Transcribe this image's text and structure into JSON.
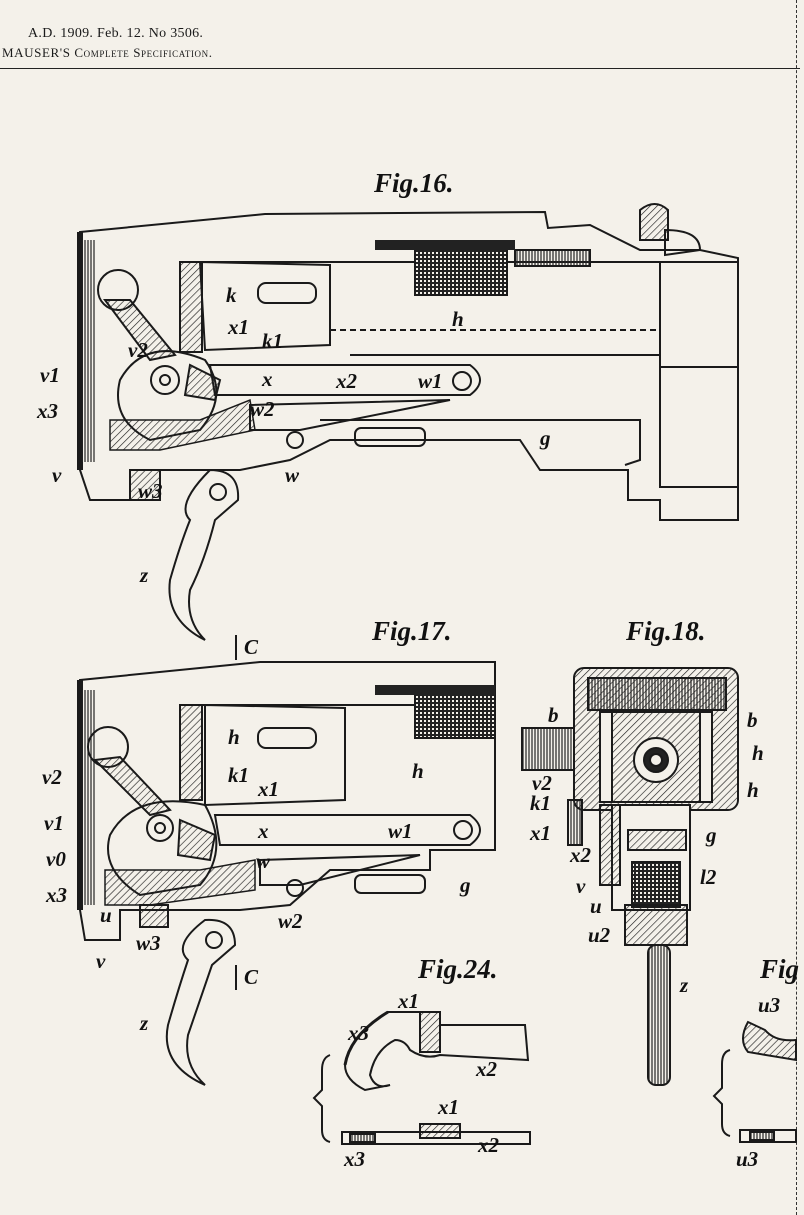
{
  "header": {
    "line1": "A.D. 1909. Feb. 12. No 3506.",
    "line2": "MAUSER'S Complete Specification."
  },
  "figures": [
    {
      "title": "Fig.16.",
      "labels": [
        "k",
        "h",
        "x1",
        "k1",
        "v2",
        "v1",
        "x",
        "x2",
        "w1",
        "x3",
        "w2",
        "g",
        "v",
        "w3",
        "w",
        "z"
      ]
    },
    {
      "title": "Fig.17.",
      "labels": [
        "C",
        "h",
        "h",
        "v2",
        "k1",
        "x1",
        "v1",
        "x",
        "w1",
        "v0",
        "w",
        "g",
        "x3",
        "u",
        "w2",
        "w3",
        "v",
        "C",
        "z"
      ]
    },
    {
      "title": "Fig.18.",
      "labels": [
        "b",
        "b",
        "h",
        "h",
        "v2",
        "k1",
        "x1",
        "g",
        "x2",
        "l2",
        "v",
        "u",
        "u2",
        "z"
      ]
    },
    {
      "title": "Fig.24.",
      "labels": [
        "x1",
        "x3",
        "x2",
        "x1",
        "x3",
        "x2"
      ]
    },
    {
      "title": "Fig",
      "labels": [
        "u3",
        "u3"
      ]
    }
  ]
}
